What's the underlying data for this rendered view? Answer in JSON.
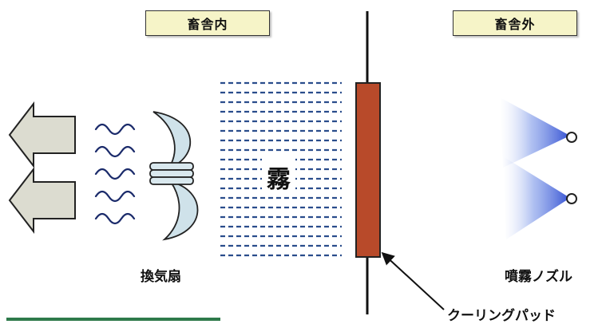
{
  "labels": {
    "inside": "畜舎内",
    "outside": "畜舎外",
    "fan": "換気扇",
    "mist": "霧",
    "nozzle": "噴霧ノズル",
    "pad": "クーリングパッド"
  },
  "icons": [
    "airflow-arrow-icon",
    "airflow-wave-icon",
    "ventilation-fan-icon",
    "mist-dashes-icon",
    "cooling-pad-icon",
    "wall-line-icon",
    "spray-nozzle-icon",
    "pointer-arrow-icon"
  ],
  "colors": {
    "tag_bg": "#f6f4c8",
    "arrow_fill": "#dcdcd0",
    "wave": "#1a2a6a",
    "fan_blade": "#cfe2ea",
    "mist_dash": "#2a4d8c",
    "pad_fill": "#b84a2a",
    "spray": "#3b5bd8",
    "bottom_line": "#2e7a4a"
  }
}
